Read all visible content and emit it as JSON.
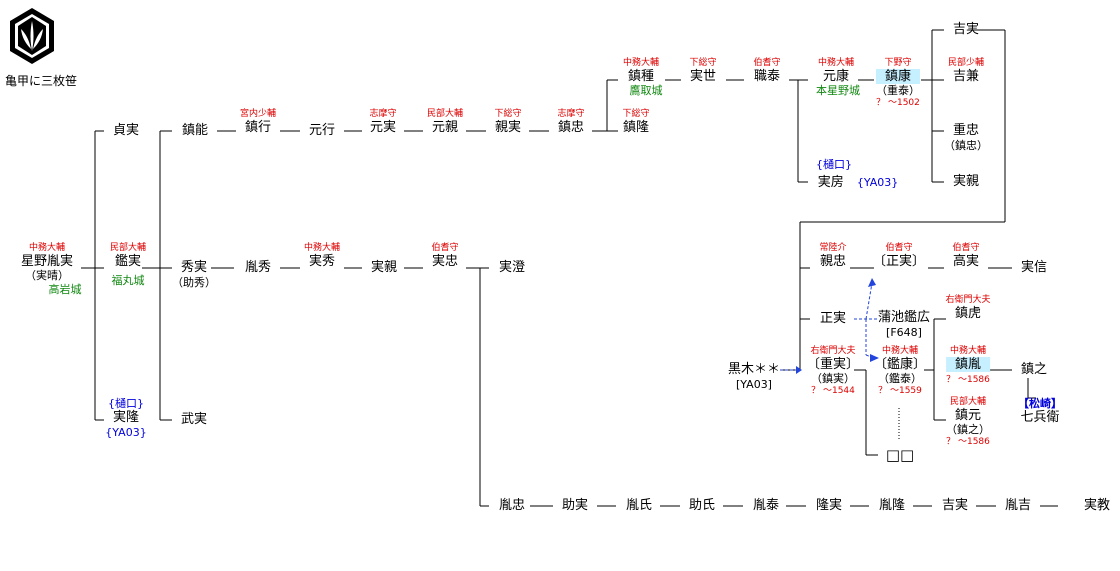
{
  "crest": {
    "label": "亀甲に三枚笹"
  },
  "people": [
    {
      "id": "hoshino_tanezane",
      "name": "星野胤実",
      "title": "中務大輔",
      "sub": "（実晴）",
      "castle": "高岩城"
    },
    {
      "id": "akizane",
      "name": "鑑実",
      "title": "民部大輔",
      "castle": "福丸城"
    },
    {
      "id": "sadazane",
      "name": "貞実"
    },
    {
      "id": "sanetaka",
      "name": "実隆",
      "alias": "{樋口}",
      "ref": "{YA03}"
    },
    {
      "id": "shigeyoshi",
      "name": "鎮能"
    },
    {
      "id": "hidezane",
      "name": "秀実",
      "sub": "（助秀）"
    },
    {
      "id": "takezane",
      "name": "武実"
    },
    {
      "id": "shigeyuki",
      "name": "鎮行",
      "title": "宮内少輔"
    },
    {
      "id": "motoyuki",
      "name": "元行"
    },
    {
      "id": "motozane",
      "name": "元実",
      "title": "志摩守"
    },
    {
      "id": "motochika",
      "name": "元親",
      "title": "民部大輔"
    },
    {
      "id": "chikazane",
      "name": "親実",
      "title": "下総守"
    },
    {
      "id": "shigetada",
      "name": "鎮忠",
      "title": "志摩守"
    },
    {
      "id": "shigetane",
      "name": "鎮種",
      "title": "中務大輔",
      "castle": "鷹取城"
    },
    {
      "id": "shigetaka",
      "name": "鎮隆",
      "title": "下総守"
    },
    {
      "id": "saneyo",
      "name": "実世",
      "title": "下総守"
    },
    {
      "id": "motoyasu",
      "name": "職泰",
      "title": "伯耆守"
    },
    {
      "id": "motoyasu2",
      "name": "元康",
      "title": "中務大輔",
      "castle": "本星野城"
    },
    {
      "id": "sanefusa",
      "name": "実房",
      "alias": "{樋口}",
      "ref": "{YA03}"
    },
    {
      "id": "shigeyasu",
      "name": "鎮康",
      "title": "下野守",
      "sub": "（重泰）",
      "date": "？ ～1502"
    },
    {
      "id": "yoshizane_top",
      "name": "吉実"
    },
    {
      "id": "yoshikane",
      "name": "吉兼",
      "title": "民部少輔"
    },
    {
      "id": "shigetada2",
      "name": "重忠",
      "sub": "（鎮忠）"
    },
    {
      "id": "sanechika",
      "name": "実親"
    },
    {
      "id": "tanehide",
      "name": "胤秀"
    },
    {
      "id": "sanehide",
      "name": "実秀",
      "title": "中務大輔"
    },
    {
      "id": "sanechika2",
      "name": "実親"
    },
    {
      "id": "sanetada",
      "name": "実忠",
      "title": "伯耆守"
    },
    {
      "id": "sanezumi",
      "name": "実澄"
    },
    {
      "id": "chikatada",
      "name": "親忠",
      "title": "常陸介"
    },
    {
      "id": "masazane",
      "name": "〔正実〕",
      "title": "伯耆守"
    },
    {
      "id": "takazane",
      "name": "高実",
      "title": "伯耆守"
    },
    {
      "id": "sanenobu",
      "name": "実信"
    },
    {
      "id": "masazane2",
      "name": "正実"
    },
    {
      "id": "kamachi_akihiro",
      "name": "蒲池鑑広",
      "ref": "[F648]"
    },
    {
      "id": "shigetora",
      "name": "鎮虎",
      "title": "右衛門大夫"
    },
    {
      "id": "kuroki",
      "name": "黒木＊＊",
      "ref": "[YA03]"
    },
    {
      "id": "shigezane",
      "name": "〔重実〕",
      "title": "右衛門大夫",
      "sub": "（鎮実）",
      "date": "？ ～1544"
    },
    {
      "id": "akiyasu",
      "name": "〔鑑康〕",
      "title": "中務大輔",
      "sub": "（鑑泰）",
      "date": "？ ～1559"
    },
    {
      "id": "shigetane2",
      "name": "鎮胤",
      "title": "中務大輔",
      "date": "？ ～1586"
    },
    {
      "id": "shigeyuki2",
      "name": "鎮之"
    },
    {
      "id": "shigemoto",
      "name": "鎮元",
      "title": "民部大輔",
      "sub": "（鎮之）",
      "date": "？ ～1586"
    },
    {
      "id": "shichibei",
      "name": "七兵衛",
      "alias": "【松崎】"
    },
    {
      "id": "unknown",
      "name": "□□"
    },
    {
      "id": "tanetada",
      "name": "胤忠"
    },
    {
      "id": "sukezane",
      "name": "助実"
    },
    {
      "id": "taneuji",
      "name": "胤氏"
    },
    {
      "id": "sukeuji",
      "name": "助氏"
    },
    {
      "id": "taneyasu",
      "name": "胤泰"
    },
    {
      "id": "takazane2",
      "name": "隆実"
    },
    {
      "id": "tanetaka",
      "name": "胤隆"
    },
    {
      "id": "yoshizane2",
      "name": "吉実"
    },
    {
      "id": "taneyoshi",
      "name": "胤吉"
    },
    {
      "id": "sanenori",
      "name": "実教"
    }
  ]
}
